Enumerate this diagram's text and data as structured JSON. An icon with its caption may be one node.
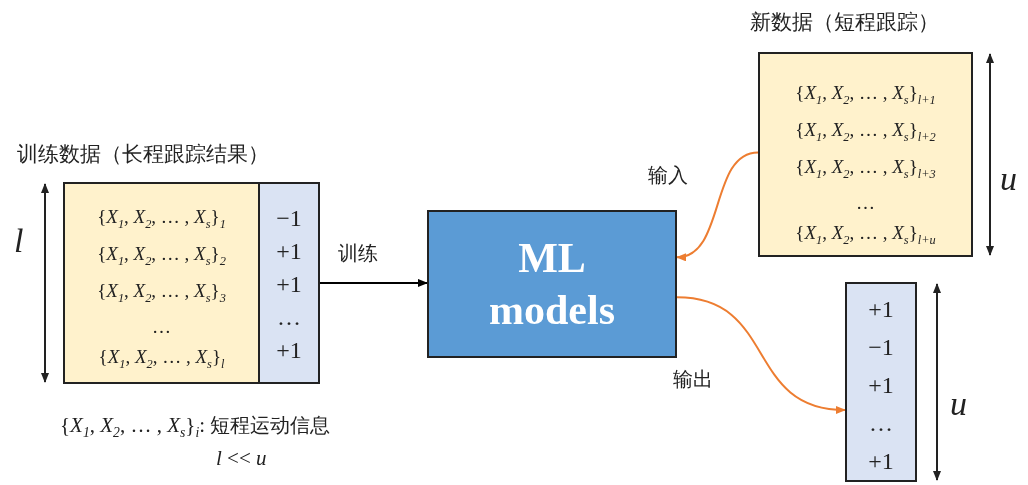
{
  "diagram": {
    "nodes": [
      {
        "text": [
          "训练数据（长程跟踪结果）",
          "{*X*$_{1}$, *X*$_{2}$, … , *X*$_{s}$}$_{1}$",
          "{*X*$_{1}$, *X*$_{2}$, … , *X*$_{s}$}$_{2}$",
          "{*X*$_{1}$, *X*$_{2}$, … , *X*$_{s}$}$_{3}$",
          "…",
          "{*X*$_{1}$, *X*$_{2}$, … , *X*$_{s}$}$_{l}$"
        ]
      },
      {
        "text": [
          "−1",
          "+1",
          "+1",
          "…",
          "+1"
        ]
      },
      {
        "text": [
          "ML models"
        ]
      },
      {
        "text": [
          "新数据（短程跟踪）",
          "{*X*$_{1}$, *X*$_{2}$, … , *X*$_{s}$}$_{l+1}$",
          "{*X*$_{1}$, *X*$_{2}$, … , *X*$_{s}$}$_{l+2}$",
          "{*X*$_{1}$, *X*$_{2}$, … , *X*$_{s}$}$_{l+3}$",
          "…",
          "{*X*$_{1}$, *X*$_{2}$, … , *X*$_{s}$}$_{l+u}$"
        ]
      },
      {
        "text": [
          "+1",
          "−1",
          "+1",
          "…",
          "+1"
        ]
      }
    ],
    "edges": [
      {
        "from": 1,
        "to": 2,
        "arrow": "to",
        "label": "训练",
        "color": "#000000"
      },
      {
        "from": 3,
        "to": 2,
        "arrow": "to",
        "label": "输入",
        "color": "#ed7d31"
      },
      {
        "from": 2,
        "to": 4,
        "arrow": "to",
        "label": "输出",
        "color": "#ed7d31"
      }
    ],
    "labels": [
      "*l*",
      "*u*",
      "*u*",
      "{*X*$_{1}$, *X*$_{2}$, … , *X*$_{s}$}$_{i}$: 短程运动信息",
      "*l* << *u*"
    ]
  }
}
